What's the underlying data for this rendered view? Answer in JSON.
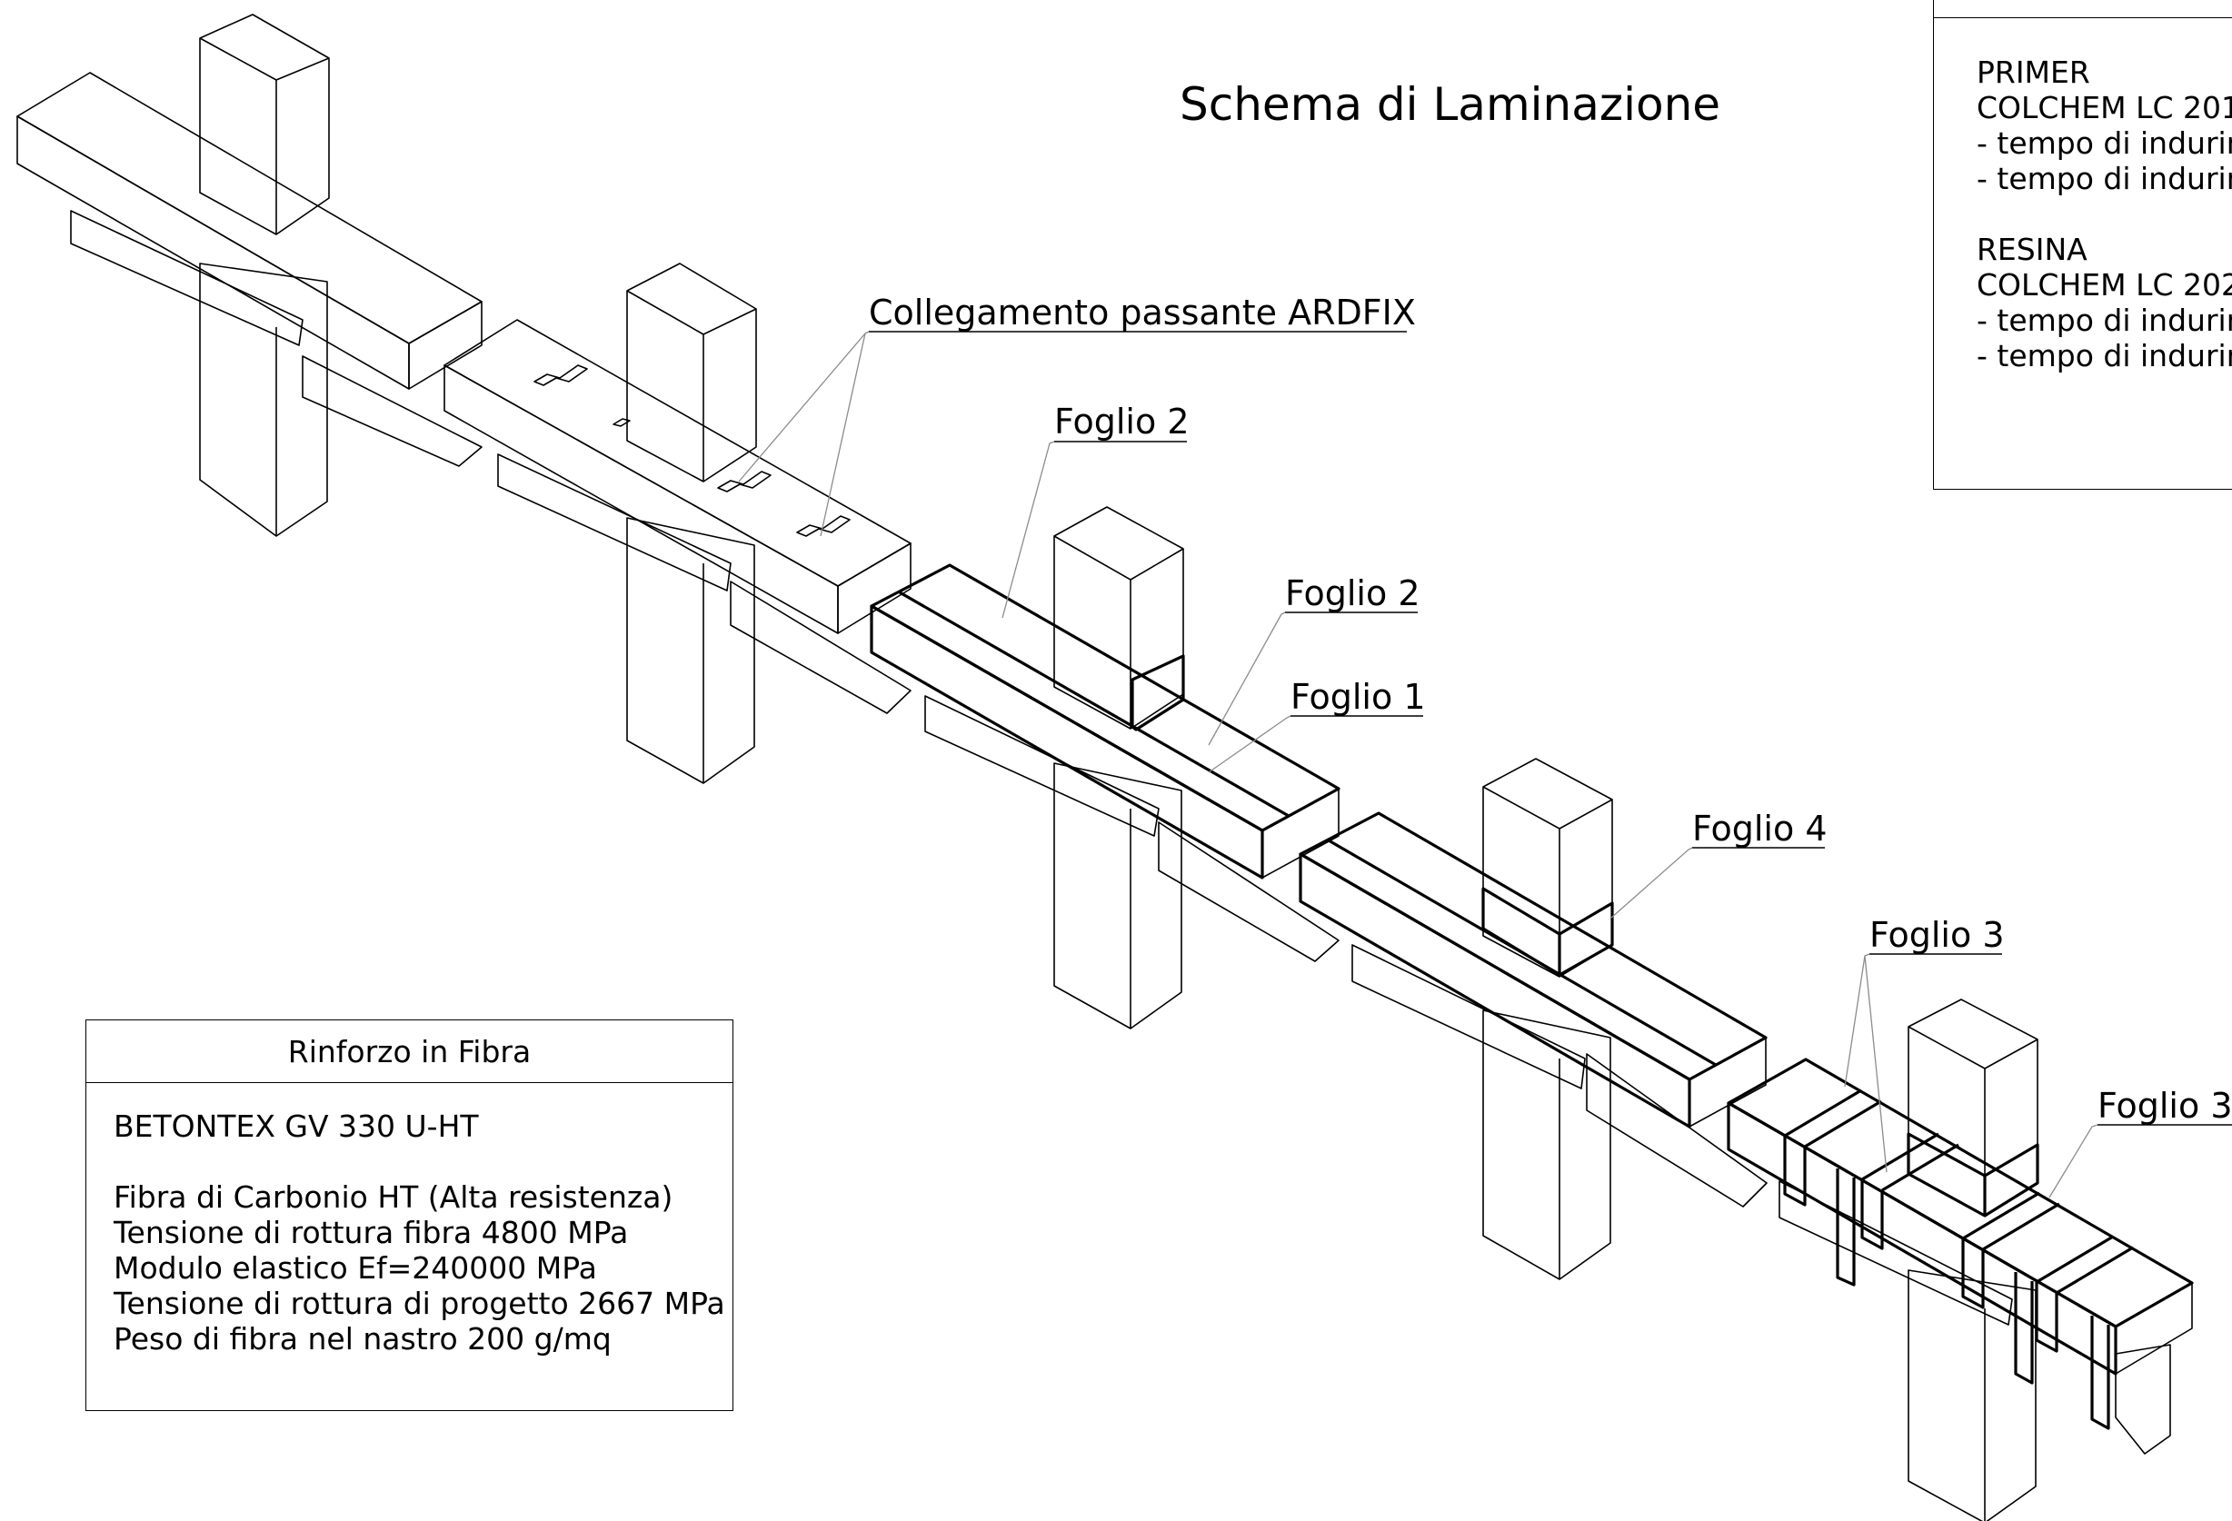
{
  "title": "Schema di Laminazione",
  "labels": {
    "ardfix": "Collegamento passante ARDFIX",
    "foglio2_a": "Foglio 2",
    "foglio2_b": "Foglio 2",
    "foglio1": "Foglio 1",
    "foglio4": "Foglio 4",
    "foglio3_a": "Foglio 3",
    "foglio3_b": "Foglio 3"
  },
  "fibre_box": {
    "header": "Rinforzo in Fibra",
    "product": "BETONTEX GV 330 U-HT",
    "specs": [
      "Fibra di Carbonio HT (Alta resistenza)",
      "Tensione di rottura fibra 4800 MPa",
      "Modulo elastico Ef=240000 MPa",
      "Tensione di rottura di progetto 2667 MPa",
      "Peso di fibra nel nastro 200 g/mq"
    ]
  },
  "resin_box": {
    "primer_heading": "PRIMER",
    "primer_product": "COLCHEM LC 201",
    "primer_notes": [
      "- tempo di indurim",
      "- tempo di indurim"
    ],
    "resin_heading": "RESINA",
    "resin_product": "COLCHEM LC 202",
    "resin_notes": [
      "- tempo di indurim",
      "- tempo di indurim"
    ]
  }
}
